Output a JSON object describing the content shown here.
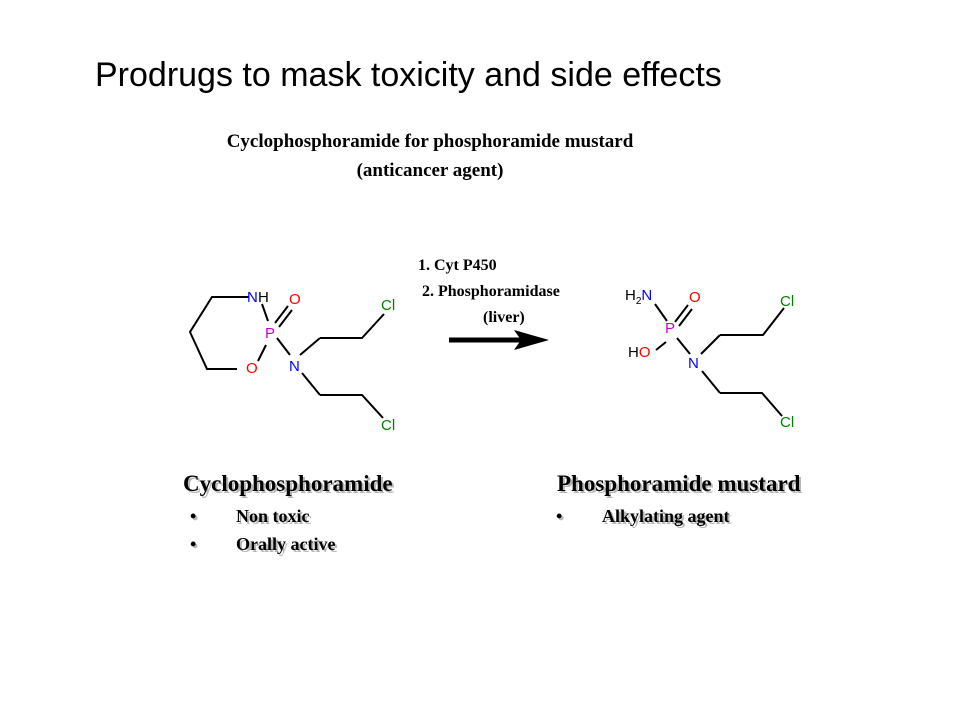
{
  "title": "Prodrugs to mask toxicity and side effects",
  "subtitle": {
    "line1": "Cyclophosphoramide for phosphoramide mustard",
    "line2": "(anticancer agent)"
  },
  "reaction": {
    "step1": "1. Cyt P450",
    "step2": "2. Phosphoramidase",
    "location": "(liver)"
  },
  "structures": {
    "cyclo": {
      "n_ring": "N",
      "h_ring": "H",
      "o_double": "O",
      "p": "P",
      "o_ring": "O",
      "n_amine": "N",
      "cl_upper": "Cl",
      "cl_lower": "Cl"
    },
    "mustard": {
      "h": "H",
      "h2_sub": "2",
      "n_amine": "N",
      "o_double": "O",
      "p": "P",
      "h_oh": "H",
      "o_oh": "O",
      "n_mustard": "N",
      "cl_upper": "Cl",
      "cl_lower": "Cl"
    }
  },
  "left_panel": {
    "heading": "Cyclophosphoramide",
    "bullets": [
      "Non toxic",
      "Orally active"
    ]
  },
  "right_panel": {
    "heading": "Phosphoramide mustard",
    "bullets": [
      "Alkylating agent"
    ]
  },
  "colors": {
    "oxygen": "#ff0000",
    "nitrogen": "#0000ff",
    "phosphorus": "#cc00cc",
    "chlorine": "#008000",
    "text": "#000000",
    "background": "#ffffff"
  }
}
